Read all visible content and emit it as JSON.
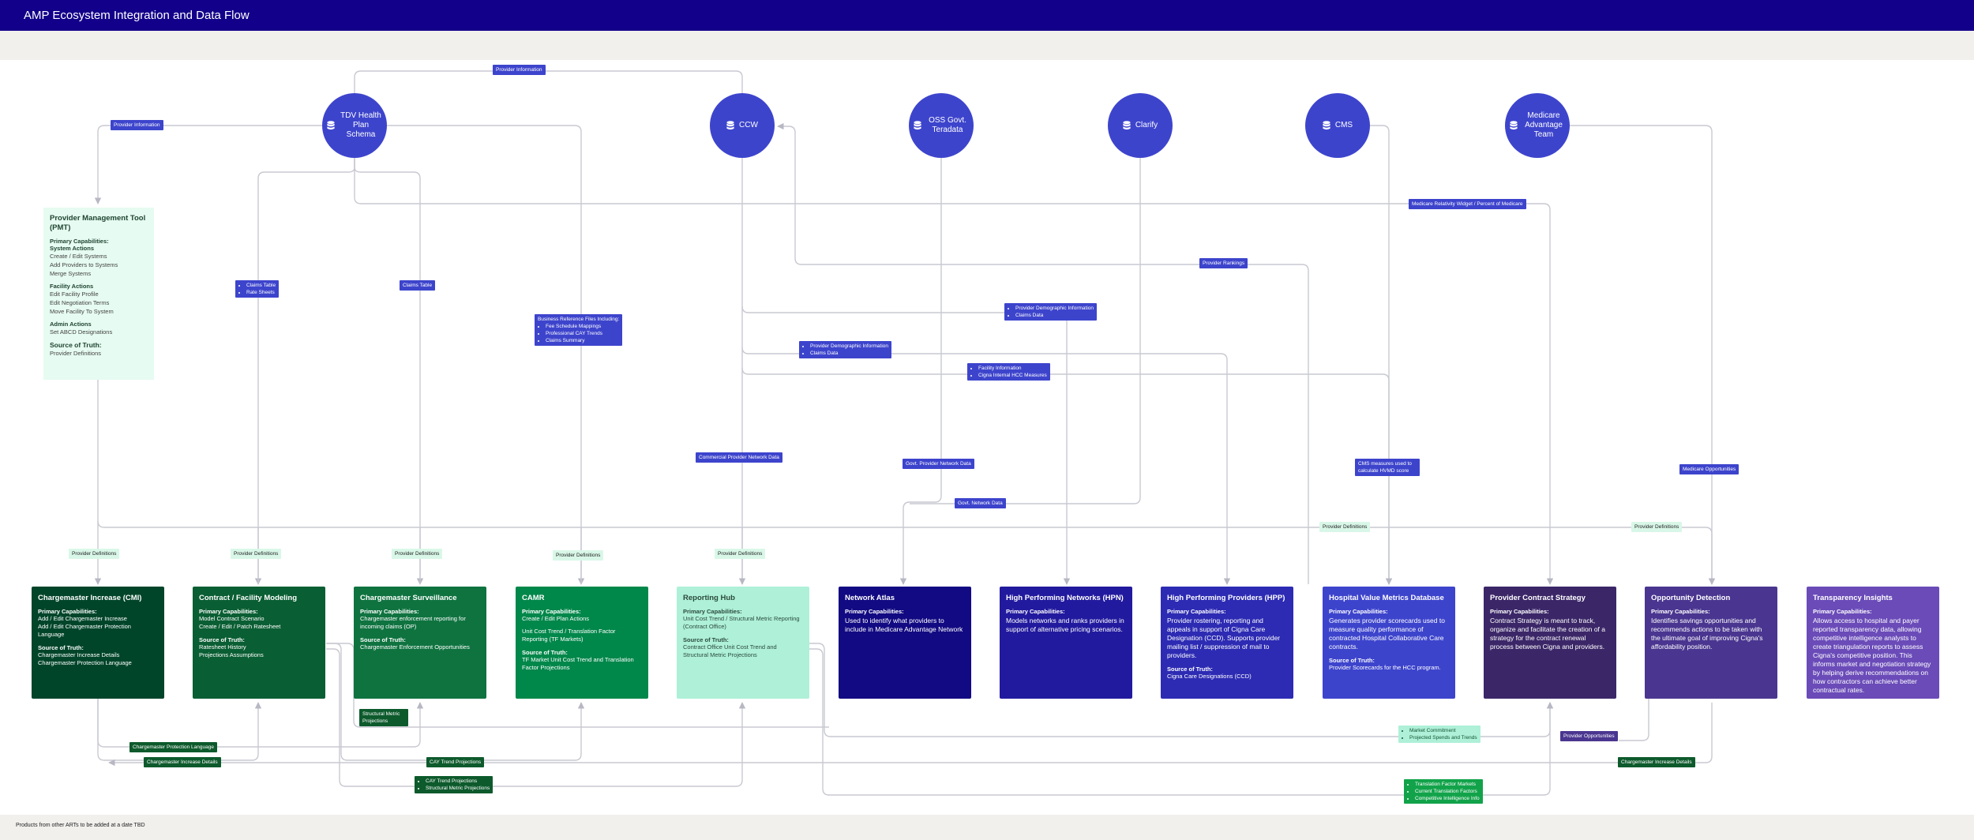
{
  "header": {
    "title": "AMP Ecosystem Integration and Data Flow"
  },
  "footer": {
    "note": "Products from other ARTs to be added at a date TBD"
  },
  "colors": {
    "header": "#13008a",
    "source_node": "#3d44cc",
    "band": "#f1f0ed"
  },
  "sources": [
    {
      "id": "tdv",
      "label": "TDV Health Plan Schema",
      "icon": "database-icon"
    },
    {
      "id": "ccw",
      "label": "CCW",
      "icon": "database-icon"
    },
    {
      "id": "oss",
      "label": "OSS Govt. Teradata",
      "icon": "database-icon"
    },
    {
      "id": "clarify",
      "label": "Clarify",
      "icon": "database-icon"
    },
    {
      "id": "cms",
      "label": "CMS",
      "icon": "database-icon"
    },
    {
      "id": "medicare",
      "label": "Medicare Advantage Team",
      "icon": "database-icon"
    }
  ],
  "pmt": {
    "title": "Provider Management Tool (PMT)",
    "primary_caps_label": "Primary Capabilities:",
    "groups": [
      {
        "heading": "System Actions",
        "items": [
          "Create / Edit Systems",
          "Add Providers to Systems",
          "Merge Systems"
        ]
      },
      {
        "heading": "Facility Actions",
        "items": [
          "Edit Facility Profile",
          "Edit Negotiation Terms",
          "Move Facility To System"
        ]
      },
      {
        "heading": "Admin Actions",
        "items": [
          "Set ABCD Designations"
        ]
      }
    ],
    "source_label": "Source of Truth:",
    "source_items": [
      "Provider Definitions"
    ]
  },
  "cards": [
    {
      "title": "Chargemaster Increase (CMI)",
      "bg": "#00452a",
      "fg": "#ffffff",
      "caps_label": "Primary Capabilities:",
      "caps": [
        "Add / Edit Chargemaster Increase",
        "Add / Edit Chargemaster Protection Language"
      ],
      "source_label": "Source of Truth:",
      "source": [
        "Chargemaster Increase Details",
        "Chargemaster Protection Language"
      ]
    },
    {
      "title": "Contract / Facility Modeling",
      "bg": "#0a5e33",
      "fg": "#ffffff",
      "caps_label": "Primary Capabilities:",
      "caps": [
        "Model Contract Scenario",
        "Create / Edit / Patch Ratesheet"
      ],
      "source_label": "Source of Truth:",
      "source": [
        "Ratesheet History",
        "Projections Assumptions"
      ]
    },
    {
      "title": "Chargemaster Surveillance",
      "bg": "#0f7340",
      "fg": "#ffffff",
      "caps_label": "Primary Capabilities:",
      "caps": [
        "Chargemaster enforcement reporting for incoming claims (OP)"
      ],
      "source_label": "Source of Truth:",
      "source": [
        "Chargemaster Enforcement Opportunities"
      ]
    },
    {
      "title": "CAMR",
      "bg": "#00874a",
      "fg": "#ffffff",
      "caps_label": "Primary Capabilities:",
      "caps": [
        "Create / Edit Plan Actions",
        "",
        "Unit Cost Trend / Translation Factor Reporting (TF Markets)"
      ],
      "source_label": "Source of Truth:",
      "source": [
        "TF Market Unit Cost Trend and Translation Factor Projections"
      ]
    },
    {
      "title": "Reporting Hub",
      "bg": "#aef0d8",
      "fg": "#2b4a3c",
      "caps_label": "Primary Capabilities:",
      "caps": [
        "Unit Cost Trend / Structural Metric Reporting (Contract Office)"
      ],
      "source_label": "Source of Truth:",
      "source": [
        "Contract Office Unit Cost Trend and Structural Metric Projections"
      ]
    },
    {
      "title": "Network Atlas",
      "bg": "#120a82",
      "fg": "#ffffff",
      "caps_label": "Primary Capabilities:",
      "caps": [
        "Used to identify what providers to include in Medicare Advantage Network"
      ],
      "source_label": "",
      "source": []
    },
    {
      "title": "High Performing Networks (HPN)",
      "bg": "#221a9e",
      "fg": "#ffffff",
      "caps_label": "Primary Capabilities:",
      "caps": [
        "Models networks and ranks providers in support of alternative pricing scenarios."
      ],
      "source_label": "",
      "source": []
    },
    {
      "title": "High Performing Providers (HPP)",
      "bg": "#2d2bb3",
      "fg": "#ffffff",
      "caps_label": "Primary Capabilities:",
      "caps": [
        "Provider rostering, reporting and appeals in support of Cigna Care Designation (CCD). Supports provider mailing list / suppression of mail to providers."
      ],
      "source_label": "Source of Truth:",
      "source": [
        "Cigna Care Designations (CCD)"
      ]
    },
    {
      "title": "Hospital Value Metrics Database",
      "bg": "#3d44cc",
      "fg": "#ffffff",
      "caps_label": "Primary Capabilities:",
      "caps": [
        "Generates provider scorecards used to measure quality performance of contracted Hospital Collaborative Care contracts."
      ],
      "source_label": "Source of Truth:",
      "source": [
        "Provider Scorecards for the HCC program."
      ]
    },
    {
      "title": "Provider Contract Strategy",
      "bg": "#3b2768",
      "fg": "#ffffff",
      "caps_label": "Primary Capabilities:",
      "caps": [
        "Contract Strategy is meant to track, organize and facilitate the creation of a strategy for the contract renewal process between Cigna and providers."
      ],
      "source_label": "",
      "source": []
    },
    {
      "title": "Opportunity Detection",
      "bg": "#4a3690",
      "fg": "#ffffff",
      "caps_label": "Primary Capabilities:",
      "caps": [
        "Identifies savings opportunities and recommends actions to be taken with the ultimate goal of improving Cigna's affordability position."
      ],
      "source_label": "",
      "source": []
    },
    {
      "title": "Transparency Insights",
      "bg": "#6a4bb8",
      "fg": "#ffffff",
      "caps_label": "Primary Capabilities:",
      "caps": [
        "Allows access to hospital and payer reported transparency data, allowing competitive intelligence analysts to create triangulation reports to assess Cigna's competitive position. This informs market and negotiation strategy by helping derive recommendations on how contractors can achieve better contractual rates."
      ],
      "source_label": "",
      "source": []
    }
  ],
  "tags": {
    "provider_info_top": {
      "items": [
        "Provider Information"
      ]
    },
    "provider_info_left": {
      "items": [
        "Provider Information"
      ]
    },
    "medicare_relativity": {
      "items": [
        "Medicare Relativity Widget / Percent of Medicare"
      ]
    },
    "provider_rankings": {
      "items": [
        "Provider Rankings"
      ]
    },
    "claims_tables_rate": {
      "items": [
        "Claims Table",
        "Rate Sheets"
      ]
    },
    "claims_table": {
      "items": [
        "Claims Table"
      ]
    },
    "business_ref_title": "Business Reference Files Including:",
    "business_ref": {
      "items": [
        "Fee Schedule Mappings",
        "Professional CAY Trends",
        "Claims Summary"
      ]
    },
    "demo_claims_1": {
      "items": [
        "Provider Demographic Information",
        "Claims Data"
      ]
    },
    "demo_claims_2": {
      "items": [
        "Provider Demographic Information",
        "Claims Data"
      ]
    },
    "facility_hcc": {
      "items": [
        "Facility Information",
        "Cigna Internal HCC Measures"
      ]
    },
    "commercial_network": {
      "items": [
        "Commercial Provider Network Data"
      ]
    },
    "govt_provider_network": {
      "items": [
        "Govt. Provider Network Data"
      ]
    },
    "govt_network": {
      "items": [
        "Govt. Network Data"
      ]
    },
    "cms_measures": {
      "items": [
        "CMS measures used to calculate HVMD score"
      ]
    },
    "medicare_opps": {
      "items": [
        "Medicare Opportunities"
      ]
    },
    "provider_definitions": {
      "items": [
        "Provider Definitions"
      ]
    },
    "cm_protection": {
      "items": [
        "Chargemaster Protection Language"
      ]
    },
    "cm_increase_details": {
      "items": [
        "Chargemaster Increase Details"
      ]
    },
    "structural": {
      "items": [
        "Structural Metric Projections"
      ]
    },
    "cay_projection": {
      "items": [
        "CAY Trend Projections"
      ]
    },
    "cay_structural": {
      "items": [
        "CAY Trend Projections",
        "Structural Metric Projections"
      ]
    },
    "market_commitment": {
      "items": [
        "Market Commitment",
        "Projected Spends and Trends"
      ]
    },
    "provider_opps": {
      "items": [
        "Provider Opportunities"
      ]
    },
    "cm_increase_details_2": {
      "items": [
        "Chargemaster Increase Details"
      ]
    },
    "translation_factor": {
      "items": [
        "Translation Factor Markets",
        "Current Translation Factors",
        "Competitive Intelligence Info"
      ]
    }
  }
}
